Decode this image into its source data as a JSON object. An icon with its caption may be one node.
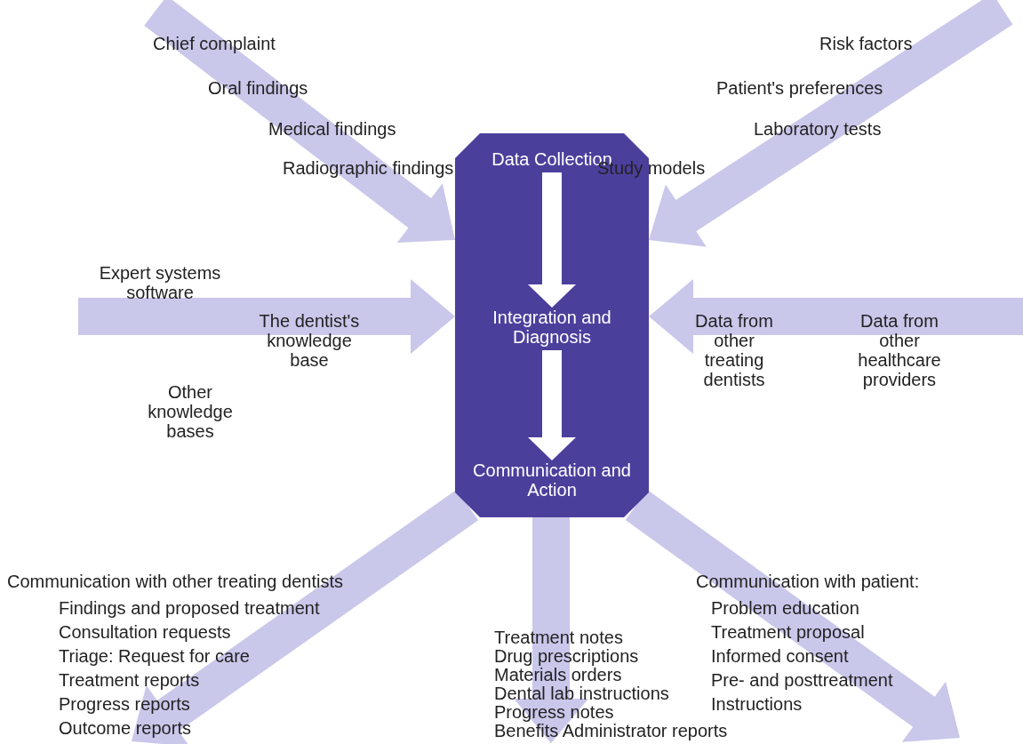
{
  "diagram": {
    "nodes": [
      {
        "text": [],
        "shape": "box"
      },
      {
        "text": [
          "Data Collection"
        ],
        "in": 0
      },
      {
        "text": [
          "Integration and Diagnosis"
        ],
        "in": 0
      },
      {
        "text": [
          "Communication and Action"
        ],
        "in": 0
      }
    ],
    "edges": [
      {
        "from": null,
        "to": 0,
        "arrow": "to"
      },
      {
        "from": null,
        "to": 0,
        "arrow": "to"
      },
      {
        "from": null,
        "to": 0,
        "arrow": "to"
      },
      {
        "from": null,
        "to": 0,
        "arrow": "to"
      },
      {
        "from": 0,
        "to": null,
        "arrow": "to"
      },
      {
        "from": 0,
        "to": null,
        "arrow": "to"
      },
      {
        "from": 0,
        "to": null,
        "arrow": "to"
      },
      {
        "from": 1,
        "to": 2,
        "arrow": "to",
        "color": "#ffffff"
      },
      {
        "from": 2,
        "to": 3,
        "arrow": "to",
        "color": "#ffffff"
      }
    ],
    "labels": [
      "Chief complaint",
      "Risk factors",
      "Oral findings",
      "Patient's preferences",
      "Medical findings",
      "Laboratory tests",
      "Radiographic findings",
      "Study models",
      "Expert systems software",
      "The dentist's knowledge base",
      "Data from other treating dentists",
      "Data from other healthcare providers",
      "Other knowledge bases",
      "Communication with other treating dentists",
      "Communication with patient:",
      "Findings and proposed treatment",
      "Problem education",
      "Consultation requests",
      "Treatment notes",
      "Treatment proposal",
      "Triage: Request for care",
      "Drug prescriptions",
      "Informed consent",
      "Treatment reports",
      "Materials orders",
      "Pre- and posttreatment",
      "Progress reports",
      "Dental lab instructions",
      "Instructions",
      "Progress notes",
      "Outcome reports",
      "Benefits Administrator reports"
    ]
  }
}
